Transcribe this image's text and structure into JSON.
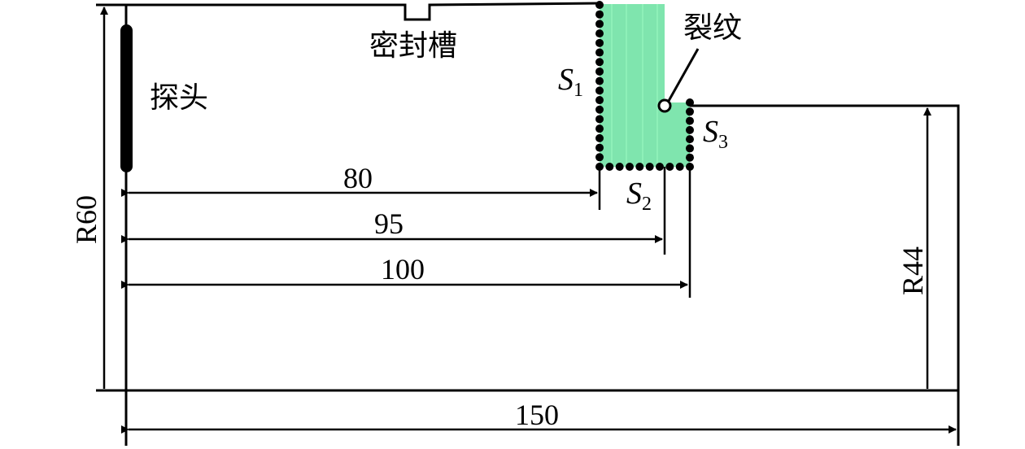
{
  "labels": {
    "seal_groove": "密封槽",
    "probe": "探头",
    "crack": "裂纹",
    "s1": "S",
    "s1_sub": "1",
    "s2": "S",
    "s2_sub": "2",
    "s3": "S",
    "s3_sub": "3",
    "radius_outer": "R60",
    "radius_inner": "R44"
  },
  "dimensions": [
    {
      "id": "d80",
      "label": "80",
      "value": 80
    },
    {
      "id": "d95",
      "label": "95",
      "value": 95
    },
    {
      "id": "d100",
      "label": "100",
      "value": 100
    },
    {
      "id": "d150",
      "label": "150",
      "value": 150
    }
  ],
  "colors": {
    "line": "#000000",
    "crack_fill": "#69e0a0",
    "dot": "#000000"
  }
}
